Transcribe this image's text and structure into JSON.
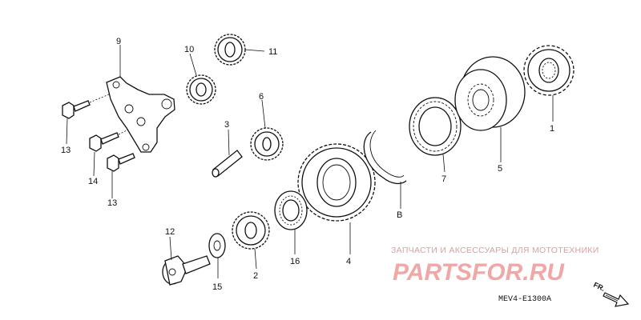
{
  "callouts": {
    "n1": "1",
    "n2": "2",
    "n3": "3",
    "n4": "4",
    "n5": "5",
    "n6": "6",
    "n7": "7",
    "n8": "B",
    "n9": "9",
    "n10": "10",
    "n11": "11",
    "n12": "12",
    "n13a": "13",
    "n13b": "13",
    "n14": "14",
    "n15": "15",
    "n16": "16"
  },
  "diagram_code": "MEV4-E1300A",
  "watermark": {
    "tagline": "ЗАПЧАСТИ И АКСЕССУАРЫ ДЛЯ МОТОТЕХНИКИ",
    "logo": "PARTSFOR.RU"
  },
  "direction_label": "FR."
}
